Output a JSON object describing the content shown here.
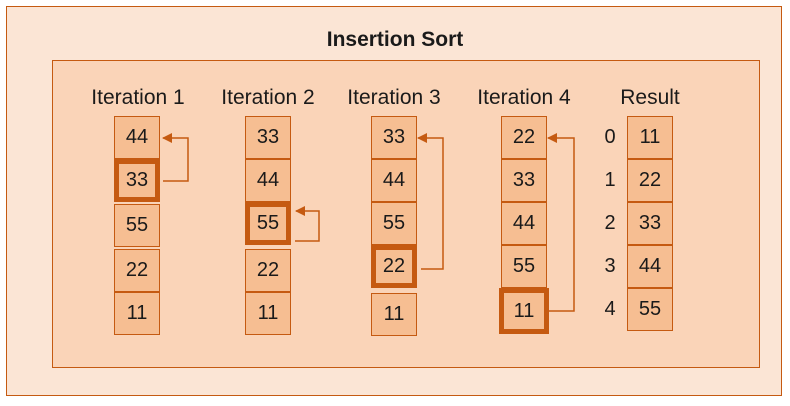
{
  "title": "Insertion Sort",
  "headers": [
    "Iteration 1",
    "Iteration 2",
    "Iteration 3",
    "Iteration 4",
    "Result"
  ],
  "columns": [
    [
      "44",
      "33",
      "55",
      "22",
      "11"
    ],
    [
      "33",
      "44",
      "55",
      "22",
      "11"
    ],
    [
      "33",
      "44",
      "55",
      "22",
      "11"
    ],
    [
      "22",
      "33",
      "44",
      "55",
      "11"
    ],
    [
      "11",
      "22",
      "33",
      "44",
      "55"
    ]
  ],
  "indices": [
    "0",
    "1",
    "2",
    "3",
    "4"
  ],
  "highlighted": [
    1,
    2,
    3,
    4,
    -1
  ],
  "colors": {
    "accent": "#c55a11",
    "cell": "#f6be92",
    "panel": "#fad4b8",
    "background": "#fbe5d5"
  }
}
